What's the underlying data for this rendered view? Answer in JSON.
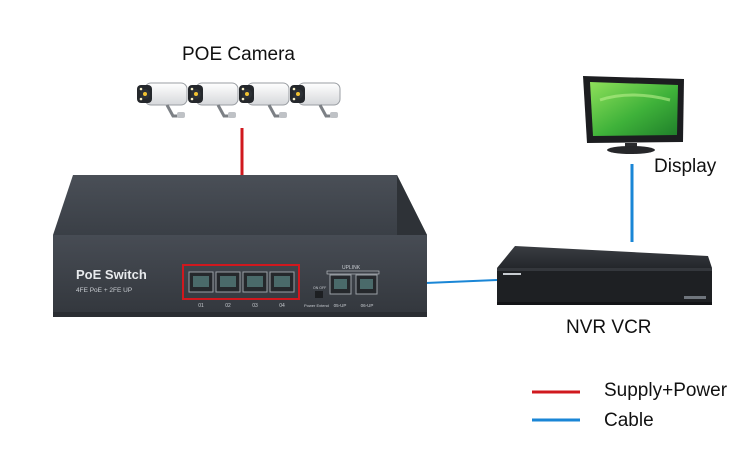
{
  "labels": {
    "camera": "POE Camera",
    "display": "Display",
    "nvr": "NVR VCR"
  },
  "switch": {
    "brand": "PoE Switch",
    "model": "4FE PoE + 2FE UP",
    "ports": [
      "01",
      "02",
      "03",
      "04"
    ],
    "power_label": "Power  Extend",
    "mode_label": "ON  OFF",
    "uplink_label": "UPLINK",
    "uplink_ports": [
      "05-UP",
      "06-UP"
    ]
  },
  "legend": [
    {
      "label": "Supply+Power",
      "color": "#d0181e"
    },
    {
      "label": "Cable",
      "color": "#1a86d6"
    }
  ],
  "colors": {
    "power_line": "#d0181e",
    "cable_line": "#1a86d6",
    "switch_body": "#3b4048",
    "nvr_body": "#1e2023",
    "monitor_screen": "#3fb23a"
  },
  "icons": {
    "camera": "bullet-camera-icon",
    "monitor": "monitor-icon",
    "switch": "poe-switch-icon",
    "nvr": "nvr-recorder-icon"
  }
}
